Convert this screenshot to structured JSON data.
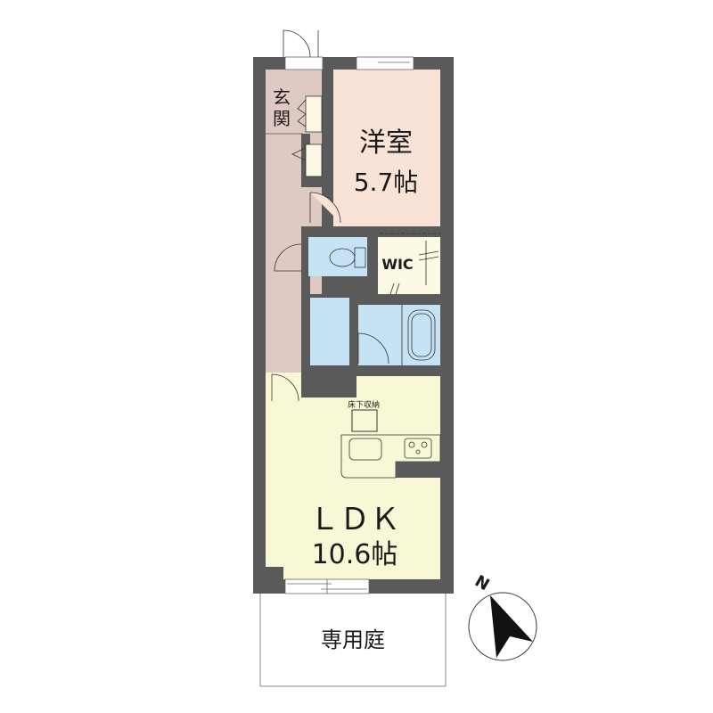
{
  "floorplan": {
    "rooms": {
      "entrance": {
        "label": "玄関"
      },
      "western_room": {
        "label": "洋室",
        "size": "5.7帖"
      },
      "wic": {
        "label": "WIC"
      },
      "ldk": {
        "label": "ＬＤＫ",
        "size": "10.6帖"
      },
      "private_garden": {
        "label": "専用庭"
      }
    },
    "annotations": {
      "underfloor_storage": "床下収納"
    },
    "compass": {
      "label": "N"
    },
    "colors": {
      "wall": "#5a5a5a",
      "entrance_hall": "#dfc9c3",
      "western_room": "#f9e2d6",
      "ldk": "#f8f8d6",
      "wet_area": "#c6e2f5",
      "storage": "#fbf8e3",
      "text": "#1a1a1a"
    }
  }
}
